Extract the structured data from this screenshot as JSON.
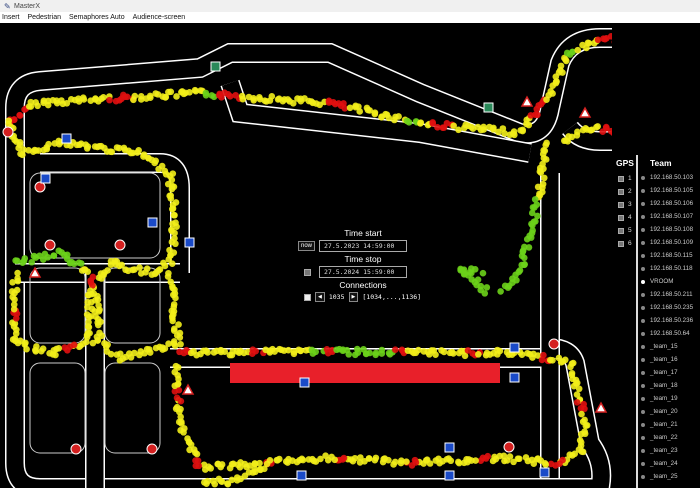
{
  "window": {
    "title": "MasterX"
  },
  "menu": [
    "Insert",
    "Pedestrian",
    "Semaphores Auto",
    "Audience-screen"
  ],
  "controls": {
    "time_start_label": "Time start",
    "now_label": "now",
    "time_start": "27.5.2023 14:59:00",
    "time_stop_label": "Time stop",
    "time_stop": "27.5.2024 15:59:00",
    "connections_label": "Connections",
    "connection_value": "1035",
    "connection_range": "[1034,...,1136]"
  },
  "panel": {
    "gps_header": "GPS",
    "team_header": "Team",
    "gps": [
      "1",
      "2",
      "3",
      "4",
      "5",
      "6"
    ],
    "teams": [
      "192.168.50.103",
      "192.168.50.105",
      "192.168.50.106",
      "192.168.50.107",
      "192.168.50.108",
      "192.168.50.109",
      "192.168.50.115",
      "192.168.50.118",
      "VROOM",
      "192.168.50.211",
      "192.168.50.235",
      "192.168.50.236",
      "192.168.50.64",
      "_team_15",
      "_team_16",
      "_team_17",
      "_team_18",
      "_team_19",
      "_team_20",
      "_team_21",
      "_team_22",
      "_team_23",
      "_team_24",
      "_team_25"
    ],
    "active_team": "VROOM"
  },
  "colors": {
    "track_yellow": "#f2ee1a",
    "track_red": "#e01010",
    "track_green": "#6cd11a",
    "red_zone": "#e8202a"
  }
}
